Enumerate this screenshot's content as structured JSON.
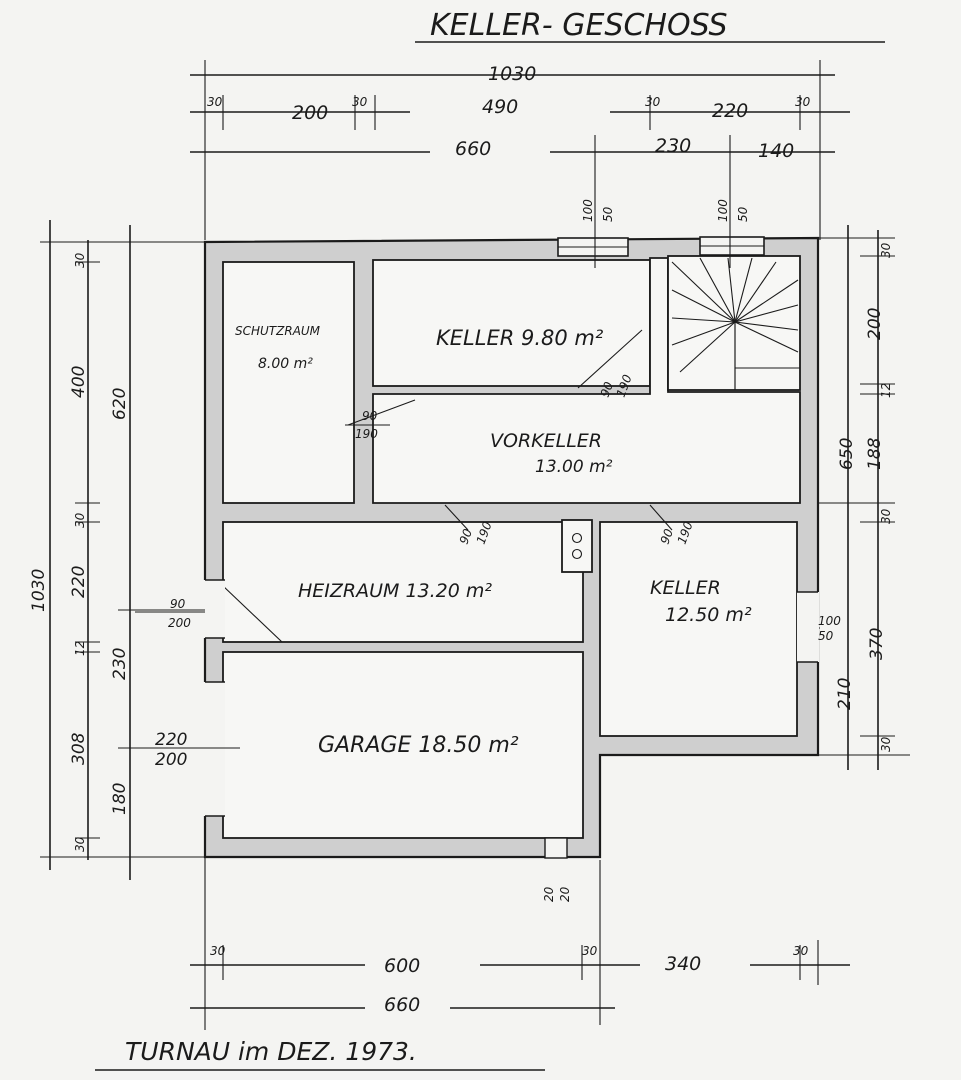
{
  "title": "KELLER- GESCHOSS",
  "footer": "TURNAU im DEZ. 1973.",
  "rooms": {
    "schutzraum": {
      "name": "SCHUTZRAUM",
      "area": "8.00 m²"
    },
    "keller_top": {
      "label": "KELLER 9.80 m²"
    },
    "vorkeller": {
      "name": "VORKELLER",
      "area": "13.00 m²"
    },
    "heizraum": {
      "label": "HEIZRAUM 13.20 m²"
    },
    "keller_right": {
      "name": "KELLER",
      "area": "12.50 m²"
    },
    "garage": {
      "label": "GARAGE 18.50 m²"
    }
  },
  "dims_top": {
    "overall": "1030",
    "row2": [
      "30",
      "200",
      "30",
      "490",
      "30",
      "220",
      "30"
    ],
    "row3": [
      "660",
      "230",
      "140"
    ]
  },
  "dims_bottom": {
    "row1": [
      "30",
      "600",
      "30",
      "340",
      "30"
    ],
    "overall": "660"
  },
  "dims_left": {
    "overall": "1030",
    "mid": [
      "620",
      "230",
      "180"
    ],
    "inner": [
      "30",
      "400",
      "30",
      "220",
      "12",
      "308",
      "30"
    ]
  },
  "dims_right": {
    "overall": [
      "650",
      "370"
    ],
    "inner": [
      "30",
      "200",
      "12",
      "188",
      "30",
      "210",
      "30"
    ]
  },
  "openings": {
    "window_top_left": [
      "100",
      "50"
    ],
    "window_top_right": [
      "100",
      "50"
    ],
    "door_keller_top": [
      "90",
      "190"
    ],
    "door_schutzraum": [
      "90",
      "190"
    ],
    "door_heizraum": [
      "90",
      "190"
    ],
    "door_keller_right": [
      "90",
      "190"
    ],
    "door_side": [
      "90",
      "200"
    ],
    "garage_gate": [
      "220",
      "200"
    ],
    "window_right": [
      "100",
      "50"
    ],
    "garage_bottom": [
      "20",
      "20"
    ]
  }
}
